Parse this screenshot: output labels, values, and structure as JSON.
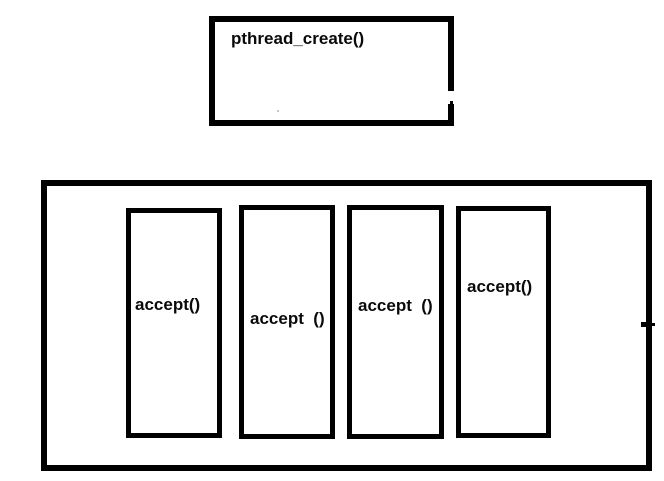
{
  "diagram": {
    "main_thread_box": {
      "label": "pthread_create()"
    },
    "thread_pool_box": {
      "threads": [
        {
          "label": "accept()"
        },
        {
          "label": "accept  ()"
        },
        {
          "label": "accept  ()"
        },
        {
          "label": "accept()"
        }
      ]
    },
    "colors": {
      "line": "#000000",
      "background": "#ffffff",
      "text": "#0a0a0a"
    }
  }
}
